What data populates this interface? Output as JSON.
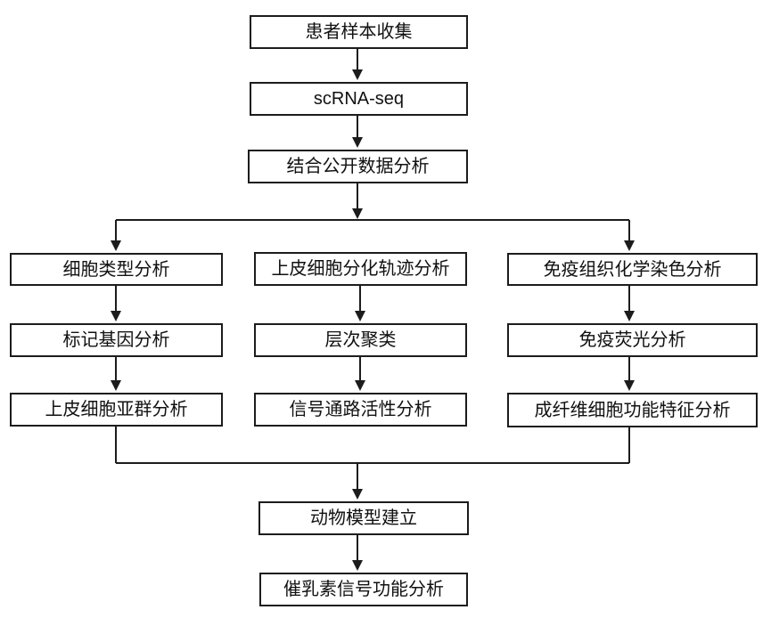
{
  "diagram": {
    "type": "flowchart",
    "direction": "top-down",
    "nodes": {
      "patient_sample": {
        "label": "患者样本收集"
      },
      "scrna_seq": {
        "label": "scRNA-seq"
      },
      "public_data": {
        "label": "结合公开数据分析"
      },
      "cell_type": {
        "label": "细胞类型分析"
      },
      "marker_gene": {
        "label": "标记基因分析"
      },
      "epithelial_subpop": {
        "label": "上皮细胞亚群分析"
      },
      "epithelial_trajectory": {
        "label": "上皮细胞分化轨迹分析"
      },
      "hierarchical_clustering": {
        "label": "层次聚类"
      },
      "signaling_pathway": {
        "label": "信号通路活性分析"
      },
      "ihc_staining": {
        "label": "免疫组织化学染色分析"
      },
      "immunofluorescence": {
        "label": "免疫荧光分析"
      },
      "fibroblast_function": {
        "label": "成纤维细胞功能特征分析"
      },
      "animal_model": {
        "label": "动物模型建立"
      },
      "prolactin_signaling": {
        "label": "催乳素信号功能分析"
      }
    },
    "top_chain": [
      "patient_sample",
      "scrna_seq",
      "public_data"
    ],
    "branches": {
      "left": [
        "cell_type",
        "marker_gene",
        "epithelial_subpop"
      ],
      "middle": [
        "epithelial_trajectory",
        "hierarchical_clustering",
        "signaling_pathway"
      ],
      "right": [
        "ihc_staining",
        "immunofluorescence",
        "fibroblast_function"
      ]
    },
    "bottom_chain": [
      "animal_model",
      "prolactin_signaling"
    ],
    "edges": [
      {
        "from": "patient_sample",
        "to": "scrna_seq"
      },
      {
        "from": "scrna_seq",
        "to": "public_data"
      },
      {
        "from": "public_data",
        "to": "cell_type"
      },
      {
        "from": "public_data",
        "to": "epithelial_trajectory"
      },
      {
        "from": "public_data",
        "to": "ihc_staining"
      },
      {
        "from": "cell_type",
        "to": "marker_gene"
      },
      {
        "from": "marker_gene",
        "to": "epithelial_subpop"
      },
      {
        "from": "epithelial_trajectory",
        "to": "hierarchical_clustering"
      },
      {
        "from": "hierarchical_clustering",
        "to": "signaling_pathway"
      },
      {
        "from": "ihc_staining",
        "to": "immunofluorescence"
      },
      {
        "from": "immunofluorescence",
        "to": "fibroblast_function"
      },
      {
        "from": "epithelial_subpop",
        "to": "animal_model"
      },
      {
        "from": "signaling_pathway",
        "to": "animal_model"
      },
      {
        "from": "fibroblast_function",
        "to": "animal_model"
      },
      {
        "from": "animal_model",
        "to": "prolactin_signaling"
      }
    ],
    "colors": {
      "border": "#1c1c1c",
      "connector": "#1c1c1c",
      "box_background": "#ffffff",
      "text": "#111111",
      "page_background": "#ffffff"
    }
  }
}
